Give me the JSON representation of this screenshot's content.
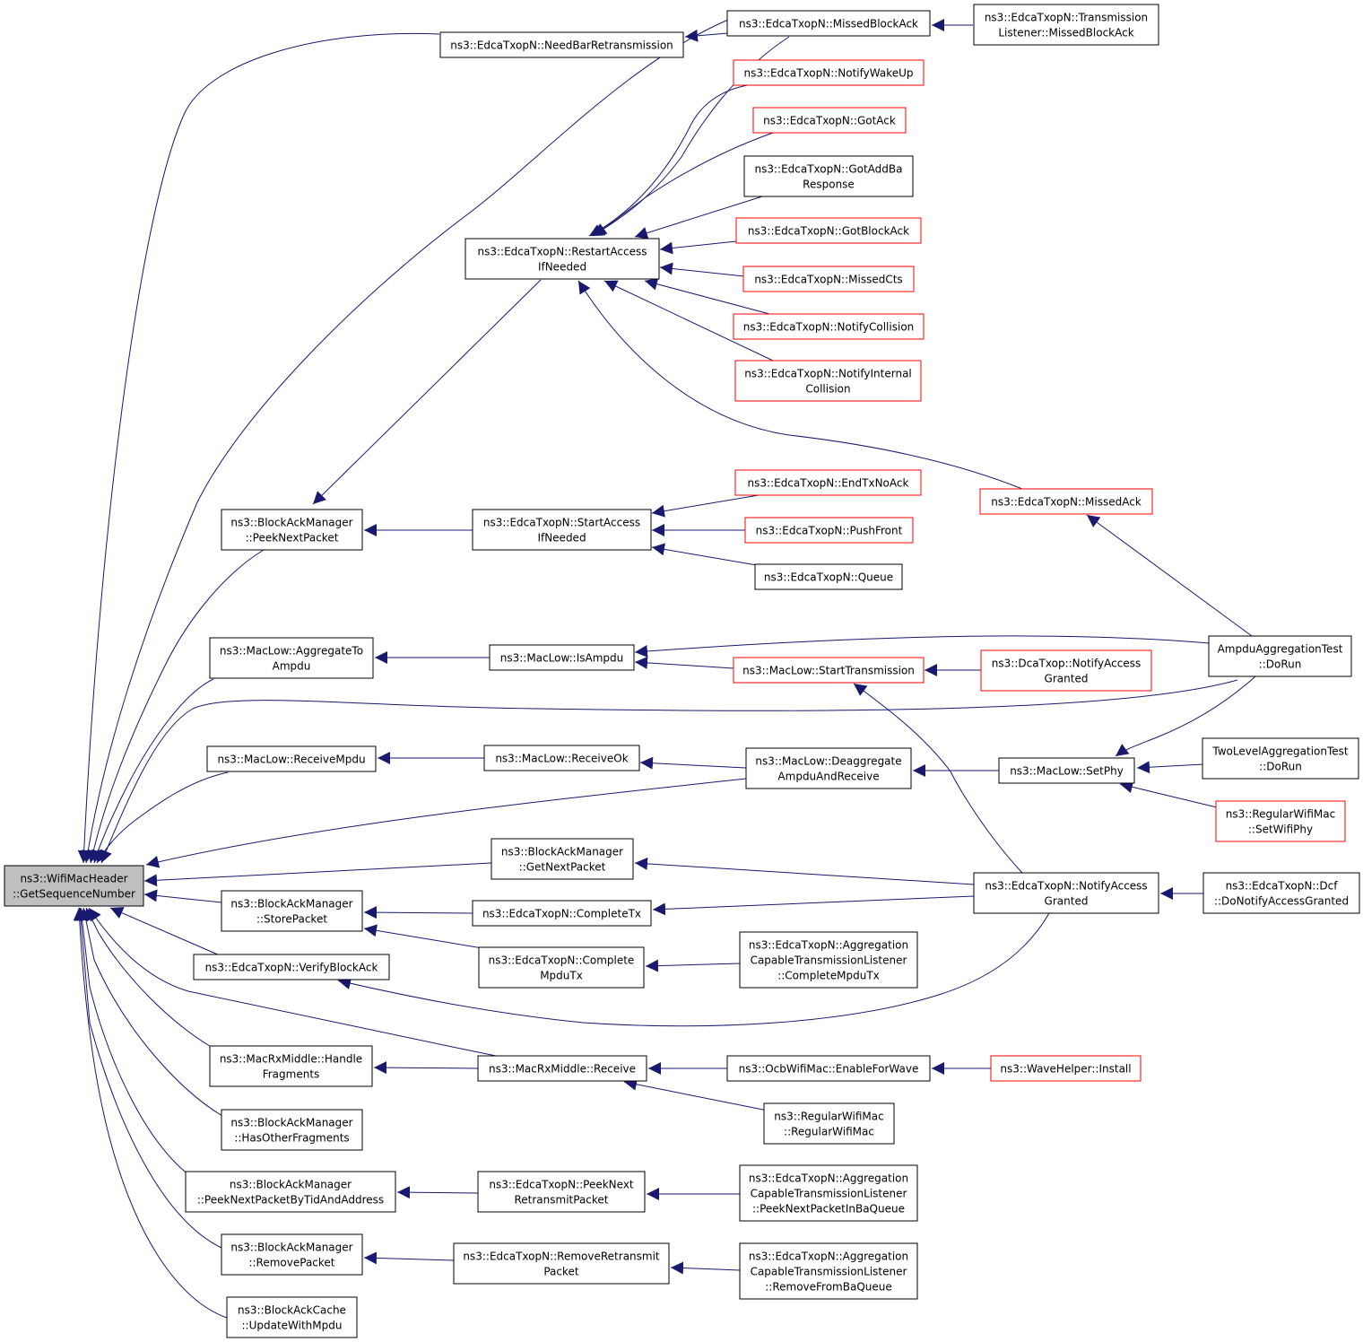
{
  "colors": {
    "edge": "#191970",
    "node_border_default": "#000000",
    "node_border_truncated": "#ff0000",
    "root_fill": "#bfbfbf",
    "node_fill": "#ffffff"
  },
  "nodes": [
    {
      "id": "root",
      "lines": [
        "ns3::WifiMacHeader",
        "::GetSequenceNumber"
      ],
      "style": "root"
    },
    {
      "id": "needbar",
      "lines": [
        "ns3::EdcaTxopN::NeedBarRetransmission"
      ],
      "style": "normal"
    },
    {
      "id": "missedblockack",
      "lines": [
        "ns3::EdcaTxopN::MissedBlockAck"
      ],
      "style": "normal"
    },
    {
      "id": "tl_missedblockack",
      "lines": [
        "ns3::EdcaTxopN::Transmission",
        "Listener::MissedBlockAck"
      ],
      "style": "normal"
    },
    {
      "id": "notifywakeup",
      "lines": [
        "ns3::EdcaTxopN::NotifyWakeUp"
      ],
      "style": "truncated"
    },
    {
      "id": "gotack",
      "lines": [
        "ns3::EdcaTxopN::GotAck"
      ],
      "style": "truncated"
    },
    {
      "id": "gotaddba",
      "lines": [
        "ns3::EdcaTxopN::GotAddBa",
        "Response"
      ],
      "style": "normal"
    },
    {
      "id": "gotblockack",
      "lines": [
        "ns3::EdcaTxopN::GotBlockAck"
      ],
      "style": "truncated"
    },
    {
      "id": "missedcts",
      "lines": [
        "ns3::EdcaTxopN::MissedCts"
      ],
      "style": "truncated"
    },
    {
      "id": "notifycollision",
      "lines": [
        "ns3::EdcaTxopN::NotifyCollision"
      ],
      "style": "truncated"
    },
    {
      "id": "notifyinternal",
      "lines": [
        "ns3::EdcaTxopN::NotifyInternal",
        "Collision"
      ],
      "style": "truncated"
    },
    {
      "id": "restartaccess",
      "lines": [
        "ns3::EdcaTxopN::RestartAccess",
        "IfNeeded"
      ],
      "style": "normal"
    },
    {
      "id": "missedack",
      "lines": [
        "ns3::EdcaTxopN::MissedAck"
      ],
      "style": "truncated"
    },
    {
      "id": "peeknextpacket",
      "lines": [
        "ns3::BlockAckManager",
        "::PeekNextPacket"
      ],
      "style": "normal"
    },
    {
      "id": "startaccess",
      "lines": [
        "ns3::EdcaTxopN::StartAccess",
        "IfNeeded"
      ],
      "style": "normal"
    },
    {
      "id": "endtxnoack",
      "lines": [
        "ns3::EdcaTxopN::EndTxNoAck"
      ],
      "style": "truncated"
    },
    {
      "id": "pushfront",
      "lines": [
        "ns3::EdcaTxopN::PushFront"
      ],
      "style": "truncated"
    },
    {
      "id": "queue",
      "lines": [
        "ns3::EdcaTxopN::Queue"
      ],
      "style": "normal"
    },
    {
      "id": "aggregatetoampdu",
      "lines": [
        "ns3::MacLow::AggregateTo",
        "Ampdu"
      ],
      "style": "normal"
    },
    {
      "id": "isampdu",
      "lines": [
        "ns3::MacLow::IsAmpdu"
      ],
      "style": "normal"
    },
    {
      "id": "starttransmission",
      "lines": [
        "ns3::MacLow::StartTransmission"
      ],
      "style": "truncated"
    },
    {
      "id": "dcanotify",
      "lines": [
        "ns3::DcaTxop::NotifyAccess",
        "Granted"
      ],
      "style": "truncated"
    },
    {
      "id": "ampdutest",
      "lines": [
        "AmpduAggregationTest",
        "::DoRun"
      ],
      "style": "normal"
    },
    {
      "id": "receivempdu",
      "lines": [
        "ns3::MacLow::ReceiveMpdu"
      ],
      "style": "normal"
    },
    {
      "id": "receiveok",
      "lines": [
        "ns3::MacLow::ReceiveOk"
      ],
      "style": "normal"
    },
    {
      "id": "deaggregate",
      "lines": [
        "ns3::MacLow::Deaggregate",
        "AmpduAndReceive"
      ],
      "style": "normal"
    },
    {
      "id": "setphy",
      "lines": [
        "ns3::MacLow::SetPhy"
      ],
      "style": "normal"
    },
    {
      "id": "twoleveltest",
      "lines": [
        "TwoLevelAggregationTest",
        "::DoRun"
      ],
      "style": "normal"
    },
    {
      "id": "setwifiphy",
      "lines": [
        "ns3::RegularWifiMac",
        "::SetWifiPhy"
      ],
      "style": "truncated"
    },
    {
      "id": "getnextpacket",
      "lines": [
        "ns3::BlockAckManager",
        "::GetNextPacket"
      ],
      "style": "normal"
    },
    {
      "id": "notifyaccessgranted",
      "lines": [
        "ns3::EdcaTxopN::NotifyAccess",
        "Granted"
      ],
      "style": "normal"
    },
    {
      "id": "dcfnotify",
      "lines": [
        "ns3::EdcaTxopN::Dcf",
        "::DoNotifyAccessGranted"
      ],
      "style": "normal"
    },
    {
      "id": "storepacket",
      "lines": [
        "ns3::BlockAckManager",
        "::StorePacket"
      ],
      "style": "normal"
    },
    {
      "id": "completetx",
      "lines": [
        "ns3::EdcaTxopN::CompleteTx"
      ],
      "style": "normal"
    },
    {
      "id": "completempdutx",
      "lines": [
        "ns3::EdcaTxopN::Complete",
        "MpduTx"
      ],
      "style": "normal"
    },
    {
      "id": "actl_completempdutx",
      "lines": [
        "ns3::EdcaTxopN::Aggregation",
        "CapableTransmissionListener",
        "::CompleteMpduTx"
      ],
      "style": "normal"
    },
    {
      "id": "verifyblockack",
      "lines": [
        "ns3::EdcaTxopN::VerifyBlockAck"
      ],
      "style": "normal"
    },
    {
      "id": "handlefragments",
      "lines": [
        "ns3::MacRxMiddle::Handle",
        "Fragments"
      ],
      "style": "normal"
    },
    {
      "id": "rxreceive",
      "lines": [
        "ns3::MacRxMiddle::Receive"
      ],
      "style": "normal"
    },
    {
      "id": "enableforwave",
      "lines": [
        "ns3::OcbWifiMac::EnableForWave"
      ],
      "style": "normal"
    },
    {
      "id": "wavehelper",
      "lines": [
        "ns3::WaveHelper::Install"
      ],
      "style": "truncated"
    },
    {
      "id": "regularwifimac",
      "lines": [
        "ns3::RegularWifiMac",
        "::RegularWifiMac"
      ],
      "style": "normal"
    },
    {
      "id": "hasotherfragments",
      "lines": [
        "ns3::BlockAckManager",
        "::HasOtherFragments"
      ],
      "style": "normal"
    },
    {
      "id": "peeknextbytid",
      "lines": [
        "ns3::BlockAckManager",
        "::PeekNextPacketByTidAndAddress"
      ],
      "style": "normal"
    },
    {
      "id": "peeknextretransmit",
      "lines": [
        "ns3::EdcaTxopN::PeekNext",
        "RetransmitPacket"
      ],
      "style": "normal"
    },
    {
      "id": "actl_peeknext",
      "lines": [
        "ns3::EdcaTxopN::Aggregation",
        "CapableTransmissionListener",
        "::PeekNextPacketInBaQueue"
      ],
      "style": "normal"
    },
    {
      "id": "removepacket",
      "lines": [
        "ns3::BlockAckManager",
        "::RemovePacket"
      ],
      "style": "normal"
    },
    {
      "id": "removeretransmit",
      "lines": [
        "ns3::EdcaTxopN::RemoveRetransmit",
        "Packet"
      ],
      "style": "normal"
    },
    {
      "id": "actl_remove",
      "lines": [
        "ns3::EdcaTxopN::Aggregation",
        "CapableTransmissionListener",
        "::RemoveFromBaQueue"
      ],
      "style": "normal"
    },
    {
      "id": "updatewithmpdu",
      "lines": [
        "ns3::BlockAckCache",
        "::UpdateWithMpdu"
      ],
      "style": "normal"
    }
  ],
  "edges": [
    {
      "from": "needbar",
      "to": "root"
    },
    {
      "from": "missedblockack",
      "to": "root"
    },
    {
      "from": "restartaccess",
      "to": "peeknextpacket"
    },
    {
      "from": "peeknextpacket",
      "to": "root"
    },
    {
      "from": "aggregatetoampdu",
      "to": "root"
    },
    {
      "from": "ampdutest",
      "to": "root"
    },
    {
      "from": "receivempdu",
      "to": "root"
    },
    {
      "from": "deaggregate",
      "to": "root"
    },
    {
      "from": "getnextpacket",
      "to": "root"
    },
    {
      "from": "storepacket",
      "to": "root"
    },
    {
      "from": "verifyblockack",
      "to": "root"
    },
    {
      "from": "rxreceive",
      "to": "root"
    },
    {
      "from": "handlefragments",
      "to": "root"
    },
    {
      "from": "hasotherfragments",
      "to": "root"
    },
    {
      "from": "peeknextbytid",
      "to": "root"
    },
    {
      "from": "removepacket",
      "to": "root"
    },
    {
      "from": "updatewithmpdu",
      "to": "root"
    },
    {
      "from": "missedblockack",
      "to": "needbar"
    },
    {
      "from": "tl_missedblockack",
      "to": "missedblockack"
    },
    {
      "from": "missedblockack",
      "to": "restartaccess"
    },
    {
      "from": "notifywakeup",
      "to": "restartaccess"
    },
    {
      "from": "gotack",
      "to": "restartaccess"
    },
    {
      "from": "gotaddba",
      "to": "restartaccess"
    },
    {
      "from": "gotblockack",
      "to": "restartaccess"
    },
    {
      "from": "missedcts",
      "to": "restartaccess"
    },
    {
      "from": "notifycollision",
      "to": "restartaccess"
    },
    {
      "from": "notifyinternal",
      "to": "restartaccess"
    },
    {
      "from": "missedack",
      "to": "restartaccess"
    },
    {
      "from": "ampdutest",
      "to": "missedack"
    },
    {
      "from": "startaccess",
      "to": "peeknextpacket"
    },
    {
      "from": "endtxnoack",
      "to": "startaccess"
    },
    {
      "from": "pushfront",
      "to": "startaccess"
    },
    {
      "from": "queue",
      "to": "startaccess"
    },
    {
      "from": "isampdu",
      "to": "aggregatetoampdu"
    },
    {
      "from": "ampdutest",
      "to": "isampdu"
    },
    {
      "from": "starttransmission",
      "to": "isampdu"
    },
    {
      "from": "dcanotify",
      "to": "starttransmission"
    },
    {
      "from": "notifyaccessgranted",
      "to": "starttransmission"
    },
    {
      "from": "receiveok",
      "to": "receivempdu"
    },
    {
      "from": "deaggregate",
      "to": "receiveok"
    },
    {
      "from": "setphy",
      "to": "deaggregate"
    },
    {
      "from": "ampdutest",
      "to": "setphy"
    },
    {
      "from": "twoleveltest",
      "to": "setphy"
    },
    {
      "from": "setwifiphy",
      "to": "setphy"
    },
    {
      "from": "notifyaccessgranted",
      "to": "getnextpacket"
    },
    {
      "from": "dcfnotify",
      "to": "notifyaccessgranted"
    },
    {
      "from": "completetx",
      "to": "storepacket"
    },
    {
      "from": "completempdutx",
      "to": "storepacket"
    },
    {
      "from": "notifyaccessgranted",
      "to": "completetx"
    },
    {
      "from": "actl_completempdutx",
      "to": "completempdutx"
    },
    {
      "from": "notifyaccessgranted",
      "to": "verifyblockack"
    },
    {
      "from": "rxreceive",
      "to": "handlefragments"
    },
    {
      "from": "enableforwave",
      "to": "rxreceive"
    },
    {
      "from": "regularwifimac",
      "to": "rxreceive"
    },
    {
      "from": "wavehelper",
      "to": "enableforwave"
    },
    {
      "from": "peeknextretransmit",
      "to": "peeknextbytid"
    },
    {
      "from": "actl_peeknext",
      "to": "peeknextretransmit"
    },
    {
      "from": "removeretransmit",
      "to": "removepacket"
    },
    {
      "from": "actl_remove",
      "to": "removeretransmit"
    }
  ]
}
